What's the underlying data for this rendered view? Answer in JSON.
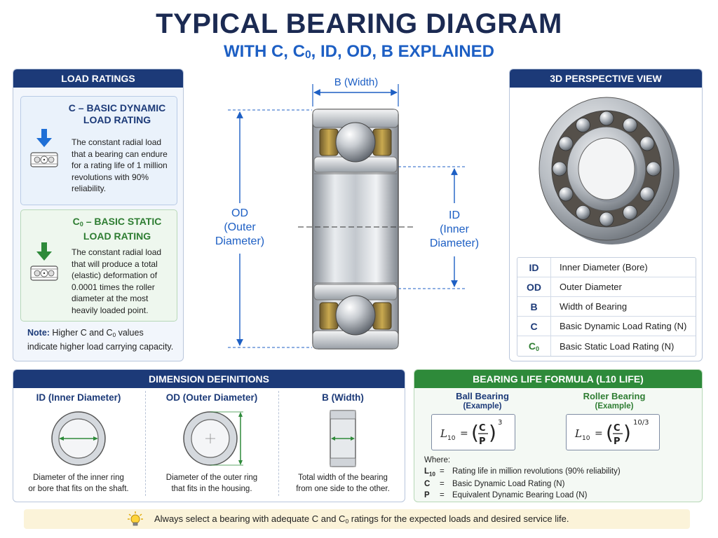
{
  "header": {
    "title": "TYPICAL BEARING DIAGRAM",
    "subtitle_pre": "WITH C, C",
    "subtitle_sub": "0",
    "subtitle_post": ", ID, OD, B EXPLAINED"
  },
  "load_ratings": {
    "heading": "LOAD RATINGS",
    "c_card": {
      "title_line1": "C – BASIC DYNAMIC",
      "title_line2": "LOAD RATING",
      "text": [
        "The constant radial load",
        "that a bearing can endure",
        "for a rating life of 1 million",
        "revolutions with 90%",
        "reliability."
      ]
    },
    "c0_card": {
      "title_sym": "C",
      "title_sub": "0",
      "title_line1_rest": " – BASIC STATIC",
      "title_line2": "LOAD RATING",
      "text": [
        "The constant radial load",
        "that will produce a total",
        "(elastic) deformation of",
        "0.0001 times the roller",
        "diameter at the most",
        "heavily loaded point."
      ]
    },
    "note_label": "Note:",
    "note_text_1": " Higher C and C",
    "note_sub": "0",
    "note_text_2": " values indicate higher load carrying capacity."
  },
  "center": {
    "b_label": "B (Width)",
    "od_label": [
      "OD",
      "(Outer",
      "Diameter)"
    ],
    "id_label": [
      "ID",
      "(Inner",
      "Diameter)"
    ]
  },
  "perspective": {
    "heading": "3D PERSPECTIVE VIEW",
    "rows": [
      {
        "sym": "ID",
        "desc": "Inner Diameter (Bore)"
      },
      {
        "sym": "OD",
        "desc": "Outer Diameter"
      },
      {
        "sym": "B",
        "desc": "Width of Bearing"
      },
      {
        "sym": "C",
        "desc": "Basic Dynamic Load Rating (N)"
      },
      {
        "sym": "C",
        "sub": "0",
        "desc": "Basic Static Load Rating (N)"
      }
    ]
  },
  "dimensions": {
    "heading": "DIMENSION DEFINITIONS",
    "id": {
      "title": "ID (Inner Diameter)",
      "text": [
        "Diameter of the inner ring",
        "or bore that fits on the shaft."
      ]
    },
    "od": {
      "title": "OD (Outer Diameter)",
      "text": [
        "Diameter of the outer ring",
        "that fits in the housing."
      ]
    },
    "b": {
      "title": "B (Width)",
      "text": [
        "Total width of the bearing",
        "from one side to the other."
      ]
    }
  },
  "life": {
    "heading": "BEARING LIFE FORMULA (L10 LIFE)",
    "ball": {
      "title": "Ball Bearing",
      "sub": "(Example)",
      "exponent": "3"
    },
    "roller": {
      "title": "Roller Bearing",
      "sub": "(Example)",
      "exponent": "10/3"
    },
    "formula": {
      "L": "L",
      "L_sub": "10",
      "eq": "=",
      "num": "C",
      "den": "P",
      "lp": "(",
      "rp": ")"
    },
    "where": "Where:",
    "defs": [
      {
        "sym": "L",
        "sub": "10",
        "eq": "=",
        "text": "Rating life in million revolutions (90% reliability)"
      },
      {
        "sym": "C",
        "sub": "",
        "eq": "=",
        "text": "Basic Dynamic Load Rating (N)"
      },
      {
        "sym": "P",
        "sub": "",
        "eq": "=",
        "text": "Equivalent Dynamic Bearing Load (N)"
      }
    ]
  },
  "tip": {
    "text_1": "Always select a bearing with adequate C and C",
    "sub": "0",
    "text_2": " ratings for the expected loads and desired service life."
  },
  "colors": {
    "navy": "#1c3a78",
    "green": "#2e8a3a",
    "accent_blue": "#1d5fc4"
  }
}
